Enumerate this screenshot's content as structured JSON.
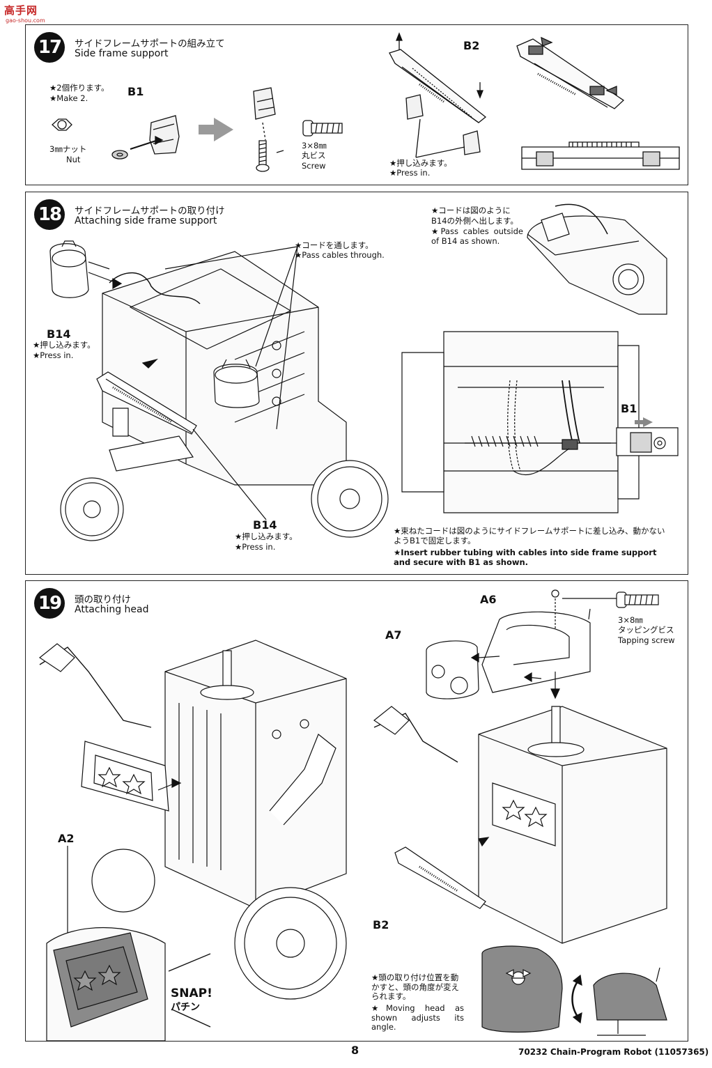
{
  "watermark": {
    "main": "高手网",
    "sub": "gao-shou.com"
  },
  "step17": {
    "number": "17",
    "title_jp": "サイドフレームサポートの組み立て",
    "title_en": "Side frame support",
    "note_jp": "★2個作ります。",
    "note_en": "★Make 2.",
    "part_b1": "B1",
    "nut_jp": "3㎜ナット",
    "nut_en": "Nut",
    "screw_size": "3×8㎜",
    "screw_jp": "丸ビス",
    "screw_en": "Screw",
    "part_b2": "B2",
    "press_jp": "★押し込みます。",
    "press_en": "★Press in."
  },
  "step18": {
    "number": "18",
    "title_jp": "サイドフレームサポートの取り付け",
    "title_en": "Attaching side frame support",
    "cables_jp": "★コードを通します。",
    "cables_en": "★Pass cables through.",
    "b14_top": "B14",
    "press_jp_1": "★押し込みます。",
    "press_en_1": "★Press in.",
    "b14_bottom": "B14",
    "press_jp_2": "★押し込みます。",
    "press_en_2": "★Press in.",
    "outside_jp_1": "★コードは図のように",
    "outside_jp_2": "B14の外側へ出します。",
    "outside_en": "★Pass cables outside of B14 as shown.",
    "part_b1": "B1",
    "rubber_jp": "★束ねたコードは図のようにサイドフレームサポートに差し込み、動かないようB1で固定します。",
    "rubber_en": "★Insert rubber tubing with cables into side frame support and secure with B1 as shown."
  },
  "step19": {
    "number": "19",
    "title_jp": "頭の取り付け",
    "title_en": "Attaching head",
    "part_a6": "A6",
    "part_a7": "A7",
    "part_a2": "A2",
    "part_b2": "B2",
    "screw_size": "3×8㎜",
    "screw_jp": "タッピングビス",
    "screw_en": "Tapping screw",
    "snap_en": "SNAP!",
    "snap_jp": "パチン",
    "angle_jp": "★頭の取り付け位置を動かすと、頭の角度が変えられます。",
    "angle_en": "★Moving head as shown adjusts its angle."
  },
  "footer": {
    "page_number": "8",
    "product": "70232  Chain-Program Robot (11057365)"
  },
  "colors": {
    "ink": "#111111",
    "fill_gray": "#8a8a8a",
    "light_gray": "#d9d9d9",
    "watermark": "#c62828"
  }
}
